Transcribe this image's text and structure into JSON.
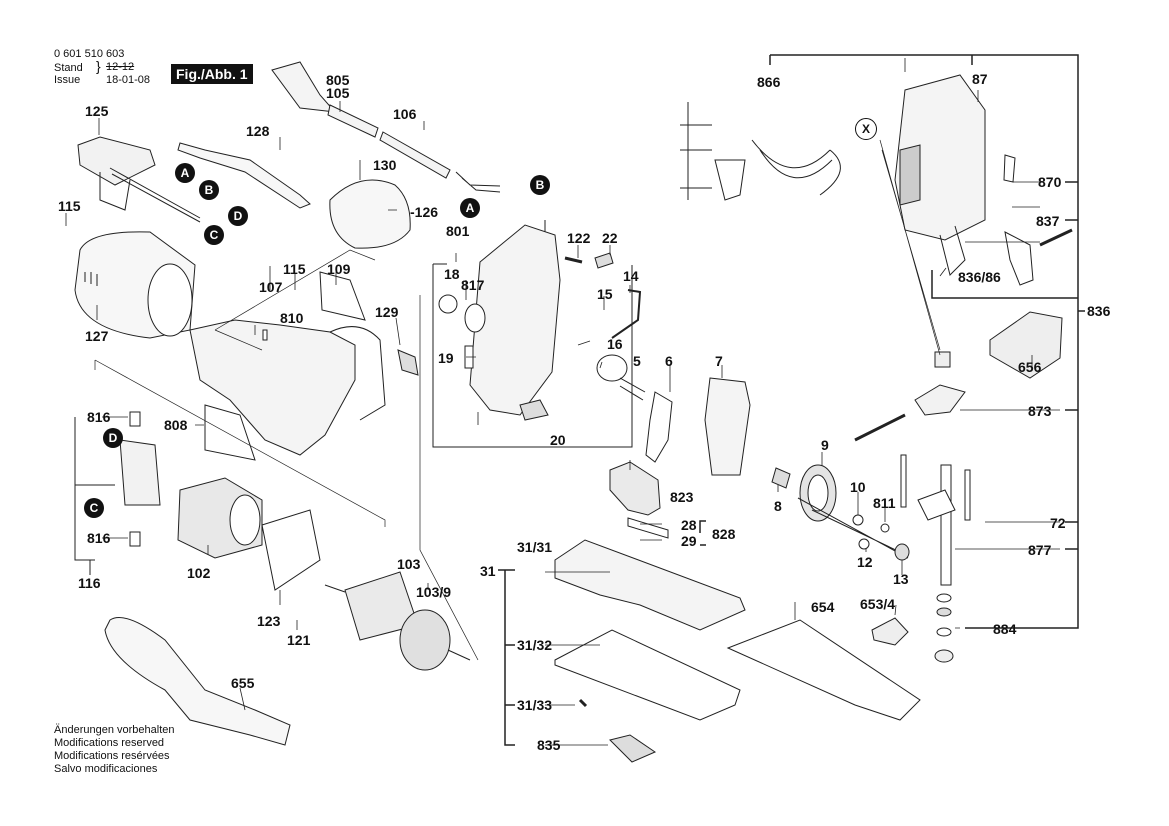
{
  "header": {
    "part_number": "0 601 510 603",
    "stand_label": "Stand",
    "stand_value_struck": "12-12",
    "issue_label": "Issue",
    "issue_value": "18-01-08",
    "figure_label": "Fig./Abb. 1"
  },
  "notes": [
    "Änderungen vorbehalten",
    "Modifications reserved",
    "Modifications resérvées",
    "Salvo modificaciones"
  ],
  "connector_markers": {
    "A": "A",
    "B": "B",
    "C": "C",
    "D": "D",
    "X": "X"
  },
  "parts": {
    "p805": "805",
    "p105": "105",
    "p106": "106",
    "p125": "125",
    "p128": "128",
    "p130": "130",
    "p126": "-126",
    "p115a": "115",
    "p127": "127",
    "p107": "107",
    "p115b": "115",
    "p109": "109",
    "p810": "810",
    "p129": "129",
    "p808": "808",
    "p816a": "816",
    "p816b": "816",
    "p116": "116",
    "p102": "102",
    "p123": "123",
    "p121": "121",
    "p103": "103",
    "p1039": "103/9",
    "p655": "655",
    "p801": "801",
    "p18": "18",
    "p817": "817",
    "p19": "19",
    "p20": "20",
    "p122": "122",
    "p22": "22",
    "p14": "14",
    "p15": "15",
    "p16": "16",
    "p5": "5",
    "p6": "6",
    "p7": "7",
    "p8": "8",
    "p9": "9",
    "p10": "10",
    "p811": "811",
    "p12": "12",
    "p13": "13",
    "p823": "823",
    "p28": "28",
    "p29": "29",
    "p828": "828",
    "p31": "31",
    "p3131": "31/31",
    "p3132": "31/32",
    "p3133": "31/33",
    "p835": "835",
    "p654": "654",
    "p6534": "653/4",
    "p866": "866",
    "p87": "87",
    "p870": "870",
    "p837": "837",
    "p83686": "836/86",
    "p836": "836",
    "p656": "656",
    "p873": "873",
    "p72": "72",
    "p877": "877",
    "p884": "884"
  }
}
